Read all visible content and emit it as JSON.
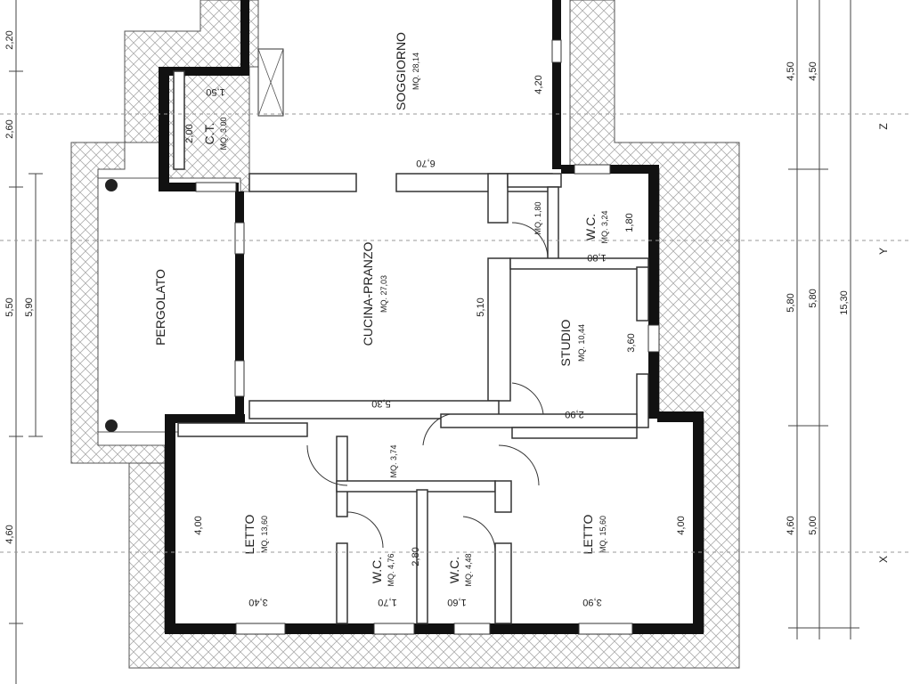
{
  "rooms": [
    {
      "key": "soggiorno",
      "name": "SOGGIORNO",
      "area": "MQ. 28,14"
    },
    {
      "key": "ct",
      "name": "C.T.",
      "area": "MQ. 3,00"
    },
    {
      "key": "cucina",
      "name": "CUCINA-PRANZO",
      "area": "MQ. 27,03"
    },
    {
      "key": "pergolato",
      "name": "PERGOLATO",
      "area": ""
    },
    {
      "key": "wc_top",
      "name": "W.C.",
      "area": "MQ. 3,24"
    },
    {
      "key": "disimpegno_top",
      "name": "",
      "area": "MQ. 1,80"
    },
    {
      "key": "studio",
      "name": "STUDIO",
      "area": "MQ. 10,44"
    },
    {
      "key": "disimpegno",
      "name": "",
      "area": "MQ. 3,74"
    },
    {
      "key": "letto_left",
      "name": "LETTO",
      "area": "MQ. 13,60"
    },
    {
      "key": "wc_mid",
      "name": "W.C.",
      "area": "MQ. 4,76"
    },
    {
      "key": "wc_right",
      "name": "W.C.",
      "area": "MQ. 4,48"
    },
    {
      "key": "letto_right",
      "name": "LETTO",
      "area": "MQ. 15,60"
    }
  ],
  "inner_dimensions": {
    "ct_width": "1,50",
    "ct_depth": "2,00",
    "soggiorno_width": "6,70",
    "soggiorno_depth": "4,20",
    "wc_top_depth": "1,80",
    "wc_top_width": "1,80",
    "cucina_depth": "5,10",
    "cucina_width": "5,30",
    "studio_depth": "3,60",
    "studio_width": "2,90",
    "letto_left_depth": "4,00",
    "letto_left_width": "3,40",
    "wc_mid_depth": "2,80",
    "wc_mid_width": "1,70",
    "wc_right_width": "1,60",
    "letto_right_depth": "4,00",
    "letto_right_width": "3,90"
  },
  "left_dimensions": {
    "d1": "2,20",
    "d2": "2,60",
    "d3": "5,50",
    "d4": "5,90",
    "d5": "4,60"
  },
  "right_dimensions": {
    "a1": "4,50",
    "a2": "4,50",
    "b1": "5,80",
    "b2": "5,80",
    "total": "15,30",
    "c1": "4,60",
    "c2": "5,00"
  },
  "axis_labels": {
    "z": "Z",
    "y": "Y",
    "x": "X"
  }
}
